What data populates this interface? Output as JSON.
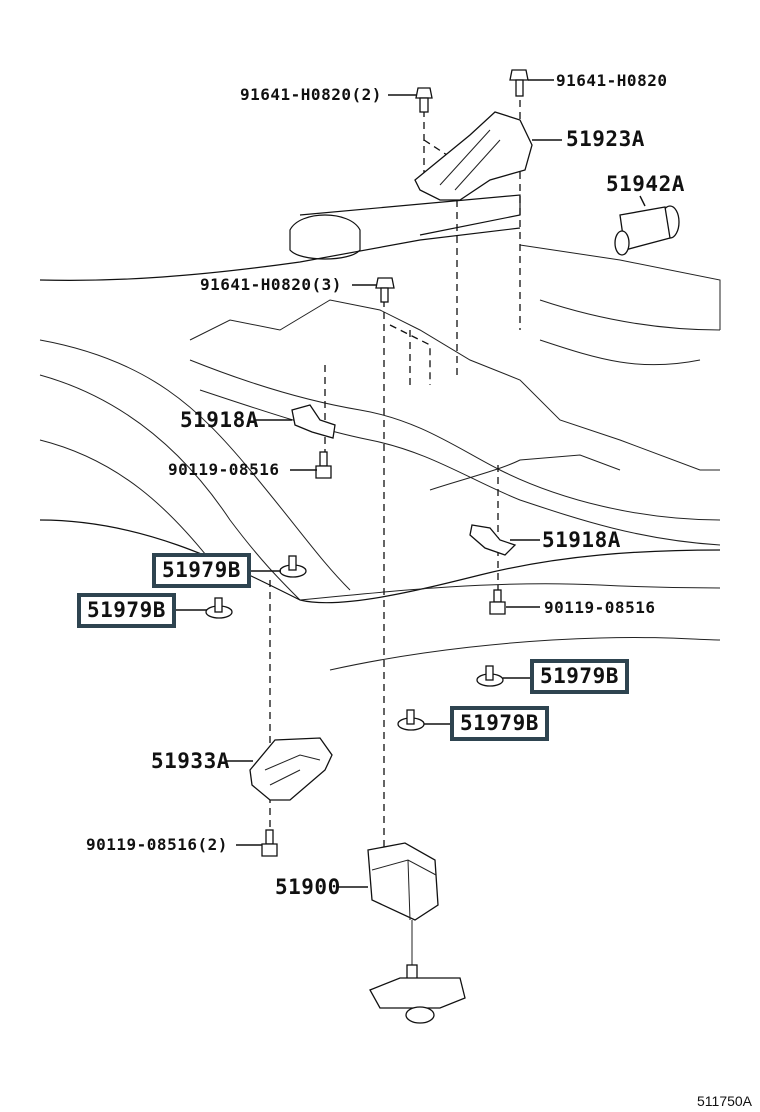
{
  "diagram": {
    "figure_id": "511750A",
    "callouts": [
      {
        "id": "bolt-top-left",
        "text": "91641-H0820(2)",
        "highlighted": false
      },
      {
        "id": "bolt-top-right",
        "text": "91641-H0820",
        "highlighted": false
      },
      {
        "id": "bracket-top",
        "text": "51923A",
        "highlighted": false
      },
      {
        "id": "plug",
        "text": "51942A",
        "highlighted": false
      },
      {
        "id": "bolt-mid",
        "text": "91641-H0820(3)",
        "highlighted": false
      },
      {
        "id": "clamp-left",
        "text": "51918A",
        "highlighted": false
      },
      {
        "id": "bolt-clamp-left",
        "text": "90119-08516",
        "highlighted": false
      },
      {
        "id": "stopper-1",
        "text": "51979B",
        "highlighted": true
      },
      {
        "id": "stopper-2",
        "text": "51979B",
        "highlighted": true
      },
      {
        "id": "clamp-right",
        "text": "51918A",
        "highlighted": false
      },
      {
        "id": "bolt-clamp-right",
        "text": "90119-08516",
        "highlighted": false
      },
      {
        "id": "stopper-3",
        "text": "51979B",
        "highlighted": true
      },
      {
        "id": "stopper-4",
        "text": "51979B",
        "highlighted": true
      },
      {
        "id": "bracket-bottom",
        "text": "51933A",
        "highlighted": false
      },
      {
        "id": "bolt-bottom",
        "text": "90119-08516(2)",
        "highlighted": false
      },
      {
        "id": "carrier",
        "text": "51900",
        "highlighted": false
      }
    ],
    "highlight_color": "#2e4450"
  }
}
